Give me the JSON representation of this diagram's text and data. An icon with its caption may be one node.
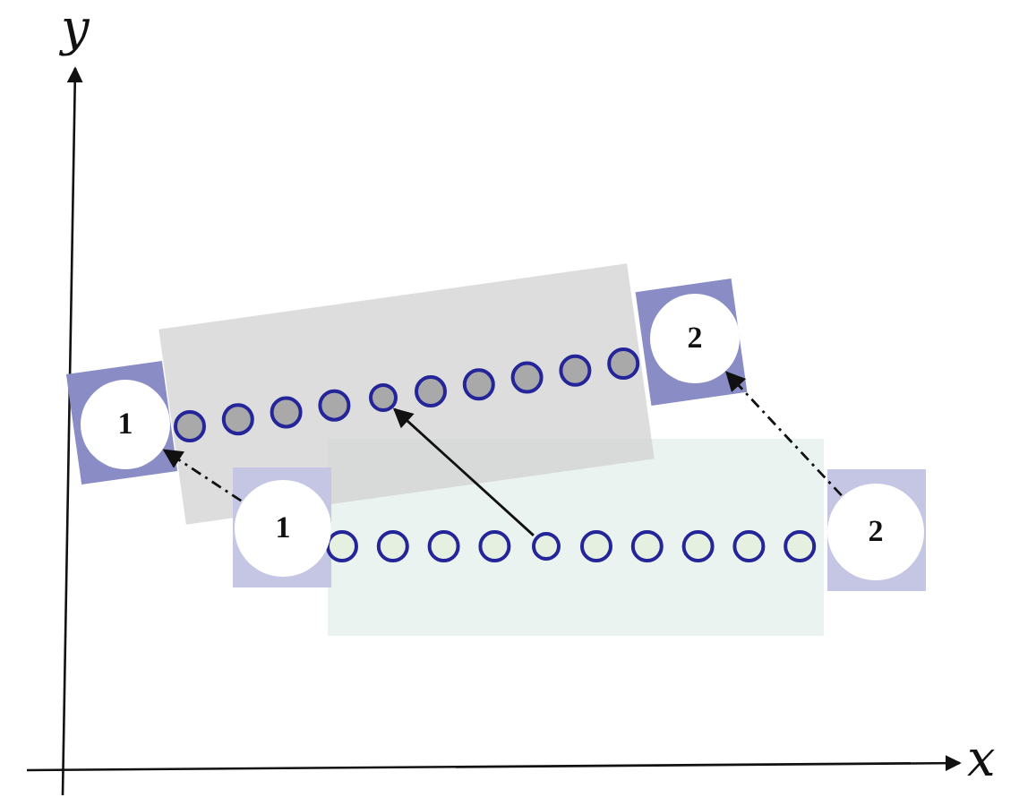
{
  "diagram": {
    "nodes": [
      {
        "text": [
          "1"
        ]
      },
      {
        "text": [
          "2"
        ]
      },
      {
        "text": [
          "1"
        ]
      },
      {
        "text": [
          "2"
        ]
      },
      {
        "text": [],
        "shape": "circle"
      },
      {
        "text": [],
        "shape": "circle"
      }
    ],
    "edges": [
      {
        "from": 2,
        "to": 0,
        "arrow": "to",
        "style": "dashed"
      },
      {
        "from": 3,
        "to": 1,
        "arrow": "to",
        "style": "dashed"
      },
      {
        "from": 5,
        "to": 4,
        "arrow": "to"
      }
    ],
    "labels": [
      "y",
      "x"
    ]
  }
}
